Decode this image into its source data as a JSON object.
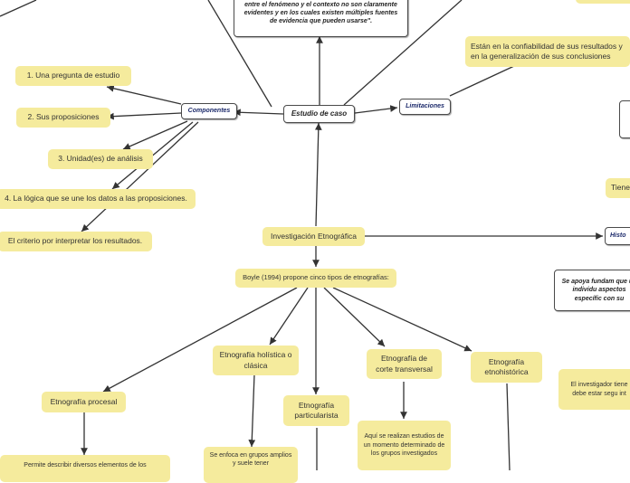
{
  "center": "Estudio de caso",
  "definition": "entre el fenómeno y el contexto no son claramente evidentes y en los cuales existen múltiples fuentes de evidencia que pueden usarse\".",
  "componentes": {
    "label": "Componentes",
    "items": [
      "1.    Una pregunta de estudio",
      "2.    Sus proposiciones",
      "3.    Unidad(es) de análisis",
      "4.    La lógica que se une los datos a las proposiciones.",
      "El criterio por interpretar los resultados."
    ]
  },
  "limitaciones": {
    "label": "Limitaciones",
    "text": "Están en la confiabilidad de sus resultados y en la generalización de sus conclusiones"
  },
  "etnografica": {
    "title": "Investigación Etnográfica",
    "boyle": "Boyle (1994) propone cinco tipos de etnografías:",
    "types": {
      "procesal": "Etnografía procesal",
      "holistica": "Etnografía holística o clásica",
      "particularista": "Etnografía particularista",
      "transversal": "Etnografía de corte transversal",
      "etnohistorica": "Etnografía etnohistórica"
    },
    "details": {
      "procesal": "Permite describir diversos elementos de los",
      "holistica": "Se enfoca en grupos amplios y suele tener",
      "transversal": "Aquí se realizan estudios de un momento determinado de los grupos investigados"
    }
  },
  "right_side": {
    "tiene": "Tiene",
    "historia_label": "Histo",
    "se_apoya": "Se apoya fundam que un individu aspectos específic con su",
    "investigador": "El investigador tiene debe estar segu int"
  }
}
